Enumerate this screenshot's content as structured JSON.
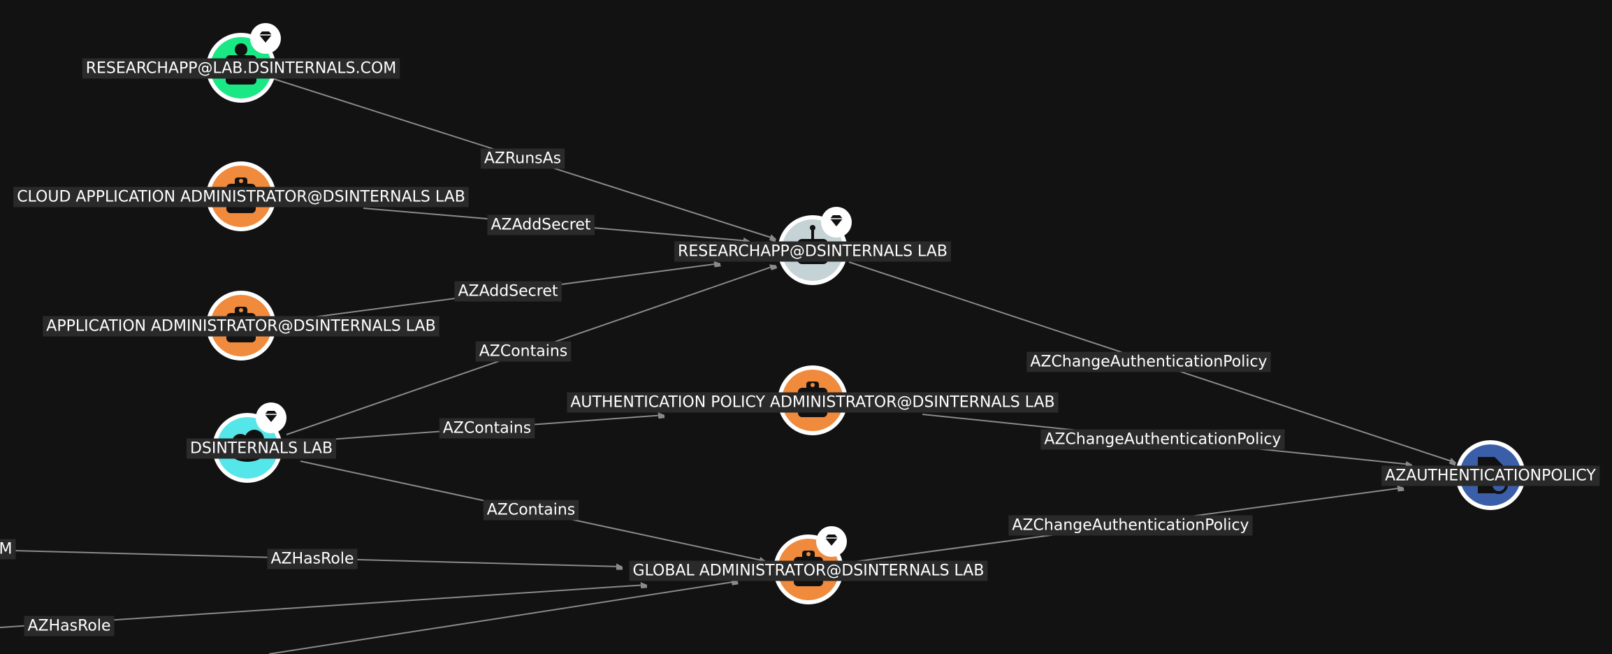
{
  "graph": {
    "nodes": [
      {
        "id": "researchapp_user",
        "label": "RESEARCHAPP@LAB.DSINTERNALS.COM",
        "type": "user-icon",
        "color": "#19e884",
        "tier_zero": true
      },
      {
        "id": "cloud_app_admin",
        "label": "CLOUD APPLICATION ADMINISTRATOR@DSINTERNALS LAB",
        "type": "role-icon",
        "color": "#f08a3c",
        "tier_zero": false
      },
      {
        "id": "app_admin",
        "label": "APPLICATION ADMINISTRATOR@DSINTERNALS LAB",
        "type": "role-icon",
        "color": "#f08a3c",
        "tier_zero": false
      },
      {
        "id": "tenant",
        "label": "DSINTERNALS LAB",
        "type": "tenant-cloud-icon",
        "color": "#55e6ea",
        "tier_zero": true
      },
      {
        "id": "service_principal",
        "label": "RESEARCHAPP@DSINTERNALS LAB",
        "type": "robot-icon",
        "color": "#c5d3d6",
        "tier_zero": true
      },
      {
        "id": "auth_policy_admin",
        "label": "AUTHENTICATION POLICY ADMINISTRATOR@DSINTERNALS LAB",
        "type": "role-icon",
        "color": "#f08a3c",
        "tier_zero": false
      },
      {
        "id": "global_admin",
        "label": "GLOBAL ADMINISTRATOR@DSINTERNALS LAB",
        "type": "role-icon",
        "color": "#f08a3c",
        "tier_zero": true
      },
      {
        "id": "auth_policy",
        "label": "AZAUTHENTICATIONPOLICY",
        "type": "policy-document-icon",
        "color": "#3b5ea8",
        "tier_zero": false
      },
      {
        "id": "offscreen_m",
        "label": "M",
        "type": "offscreen",
        "color": "#121212",
        "tier_zero": false
      }
    ],
    "edges": [
      {
        "label": "AZRunsAs",
        "from": "researchapp_user",
        "to": "service_principal"
      },
      {
        "label": "AZAddSecret",
        "from": "cloud_app_admin",
        "to": "service_principal"
      },
      {
        "label": "AZAddSecret",
        "from": "app_admin",
        "to": "service_principal"
      },
      {
        "label": "AZContains",
        "from": "tenant",
        "to": "service_principal"
      },
      {
        "label": "AZContains",
        "from": "tenant",
        "to": "auth_policy_admin"
      },
      {
        "label": "AZContains",
        "from": "tenant",
        "to": "global_admin"
      },
      {
        "label": "AZChangeAuthenticationPolicy",
        "from": "service_principal",
        "to": "auth_policy"
      },
      {
        "label": "AZChangeAuthenticationPolicy",
        "from": "auth_policy_admin",
        "to": "auth_policy"
      },
      {
        "label": "AZChangeAuthenticationPolicy",
        "from": "global_admin",
        "to": "auth_policy"
      },
      {
        "label": "AZHasRole",
        "from": "offscreen_m",
        "to": "global_admin"
      },
      {
        "label": "AZHasRole",
        "from": "offscreen_left_1",
        "to": "global_admin"
      },
      {
        "label": "",
        "from": "offscreen_left_2",
        "to": "global_admin"
      }
    ]
  }
}
